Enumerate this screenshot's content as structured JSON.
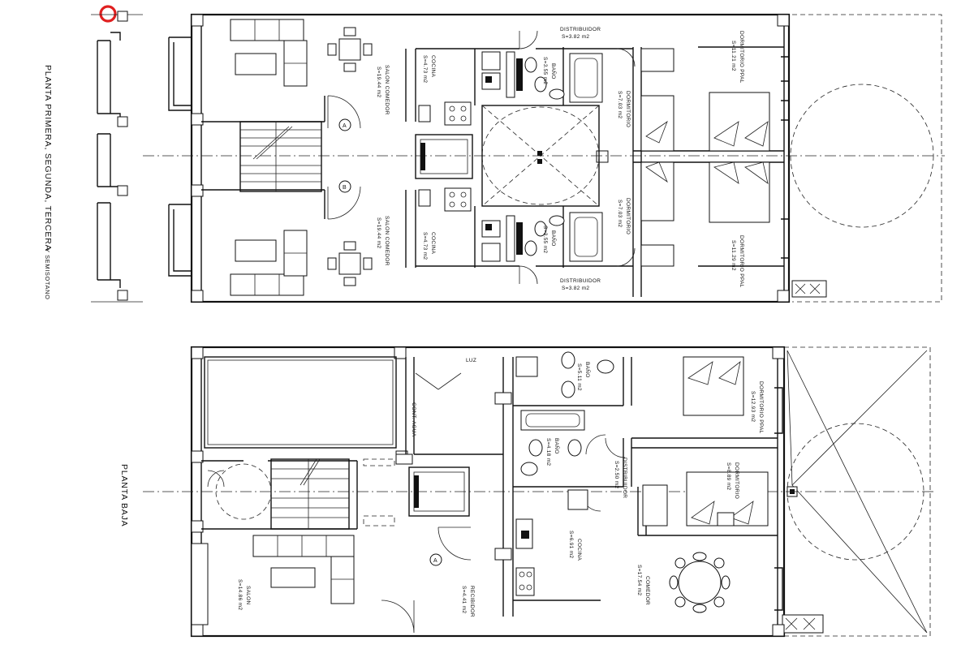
{
  "titles": {
    "upper_main": "PLANTA PRIMERA, SEGUNDA, TERCERA",
    "upper_sub": "Y SEMISOTANO",
    "lower": "PLANTA BAJA"
  },
  "upper_rooms": [
    {
      "id": "salon-a-name",
      "text": "SALON COMEDOR"
    },
    {
      "id": "salon-a-area",
      "text": "S=19.44 m2"
    },
    {
      "id": "cocina-a-name",
      "text": "COCINA"
    },
    {
      "id": "cocina-a-area",
      "text": "S=4.73 m2"
    },
    {
      "id": "bano-a-name",
      "text": "BAÑO"
    },
    {
      "id": "bano-a-area",
      "text": "S=3.55 m2"
    },
    {
      "id": "dist-a-name",
      "text": "DISTRIBUIDOR"
    },
    {
      "id": "dist-a-area",
      "text": "S=3.82 m2"
    },
    {
      "id": "dorm-a-name",
      "text": "DORMITORIO"
    },
    {
      "id": "dorm-a-area",
      "text": "S=7.03 m2"
    },
    {
      "id": "ppal-a-name",
      "text": "DORMITORIO PPAL"
    },
    {
      "id": "ppal-a-area",
      "text": "S=11.21 m2"
    },
    {
      "id": "salon-b-name",
      "text": "SALON COMEDOR"
    },
    {
      "id": "salon-b-area",
      "text": "S=19.44 m2"
    },
    {
      "id": "cocina-b-name",
      "text": "COCINA"
    },
    {
      "id": "cocina-b-area",
      "text": "S=4.73 m2"
    },
    {
      "id": "bano-b-name",
      "text": "BAÑO"
    },
    {
      "id": "bano-b-area",
      "text": "S=3.55 m2"
    },
    {
      "id": "dist-b-name",
      "text": "DISTRIBUIDOR"
    },
    {
      "id": "dist-b-area",
      "text": "S=3.82 m2"
    },
    {
      "id": "dorm-b-name",
      "text": "DORMITORIO"
    },
    {
      "id": "dorm-b-area",
      "text": "S=7.03 m2"
    },
    {
      "id": "ppal-b-name",
      "text": "DORMITORIO PPAL"
    },
    {
      "id": "ppal-b-area",
      "text": "S=11.29 m2"
    }
  ],
  "lower_rooms": [
    {
      "id": "salon-name",
      "text": "SALON"
    },
    {
      "id": "salon-area",
      "text": "S=14.86 m2"
    },
    {
      "id": "recibidor-name",
      "text": "RECIBIDOR"
    },
    {
      "id": "recibidor-area",
      "text": "S=4.41 m2"
    },
    {
      "id": "cocina-name",
      "text": "COCINA"
    },
    {
      "id": "cocina-area",
      "text": "S=6.91 m2"
    },
    {
      "id": "comedor-name",
      "text": "COMEDOR"
    },
    {
      "id": "comedor-area",
      "text": "S=17.54 m2"
    },
    {
      "id": "bano1-name",
      "text": "BAÑO"
    },
    {
      "id": "bano1-area",
      "text": "S=5.11 m2"
    },
    {
      "id": "bano2-name",
      "text": "BAÑO"
    },
    {
      "id": "bano2-area",
      "text": "S=4.18 m2"
    },
    {
      "id": "dist-name",
      "text": "DISTRIBUIDOR"
    },
    {
      "id": "dist-area",
      "text": "S=2.50 m2"
    },
    {
      "id": "dorm1-name",
      "text": "DORMITORIO PPAL"
    },
    {
      "id": "dorm1-area",
      "text": "S=12.93 m2"
    },
    {
      "id": "dorm2-name",
      "text": "DORMITORIO"
    },
    {
      "id": "dorm2-area",
      "text": "S=8.89 m2"
    },
    {
      "id": "cont-name",
      "text": "CONT. AGUA"
    },
    {
      "id": "luz-name",
      "text": "LUZ"
    }
  ],
  "markers": {
    "door_a": "A",
    "door_b": "B",
    "door_ground": "A"
  },
  "colors": {
    "line": "#111111",
    "marker": "#e02020",
    "background": "#ffffff"
  }
}
